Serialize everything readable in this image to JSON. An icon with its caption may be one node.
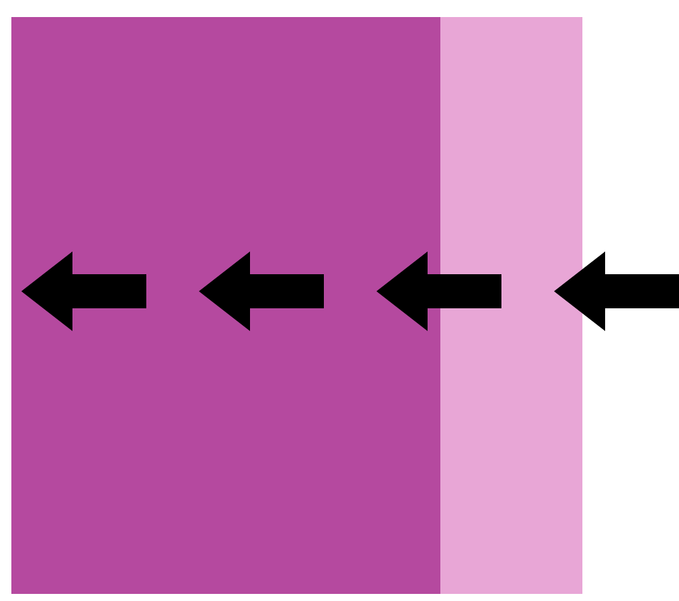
{
  "diagram": {
    "nodes": [
      {
        "text": [],
        "shape": "box"
      },
      {
        "text": [],
        "shape": "box"
      }
    ],
    "edges": [
      {
        "from": null,
        "to": 1,
        "arrow": "to"
      },
      {
        "from": 1,
        "to": 0,
        "arrow": "to"
      }
    ]
  }
}
